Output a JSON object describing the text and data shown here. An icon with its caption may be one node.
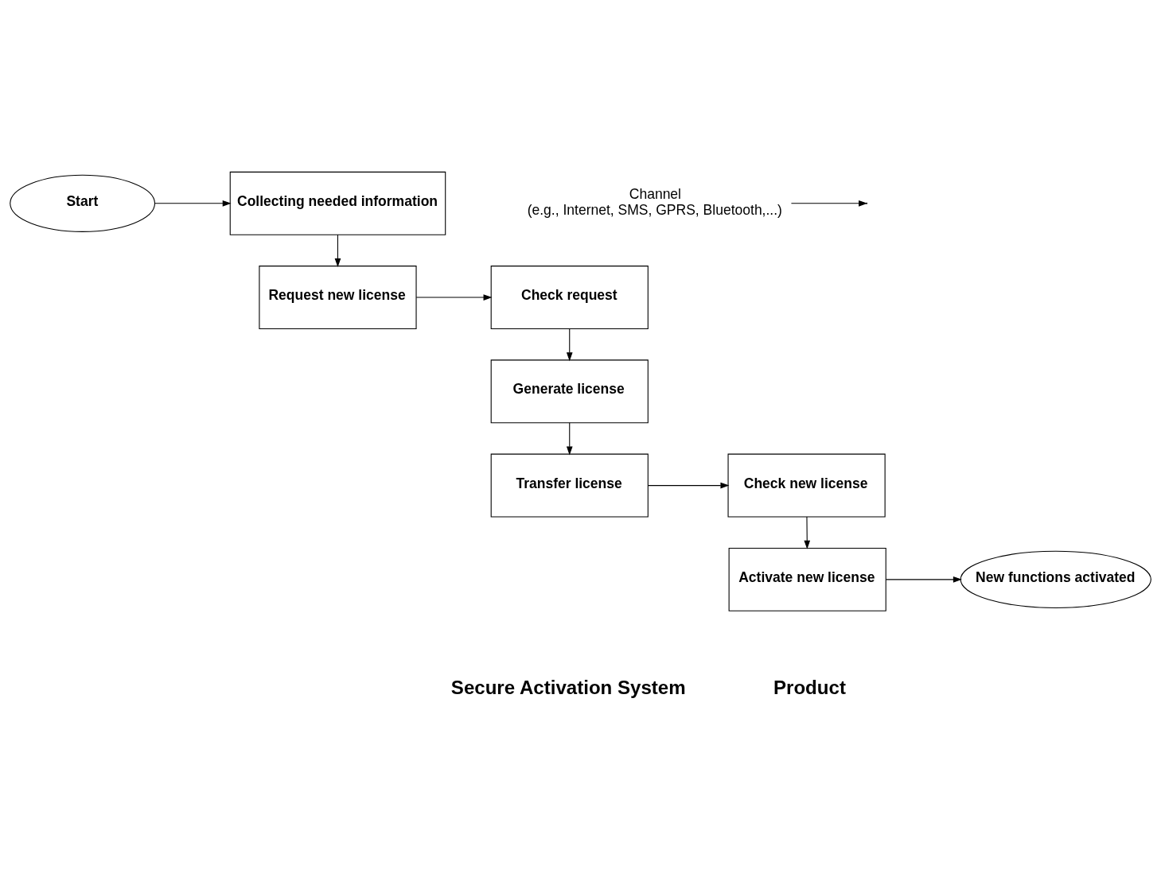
{
  "diagram": {
    "nodes": [
      {
        "text": [
          "Start"
        ]
      },
      {
        "text": [
          "Collecting needed information"
        ]
      },
      {
        "text": [
          "Request new license"
        ]
      },
      {
        "text": [
          "Check request"
        ]
      },
      {
        "text": [
          "Generate license"
        ]
      },
      {
        "text": [
          "Transfer license"
        ]
      },
      {
        "text": [
          "Check new license"
        ]
      },
      {
        "text": [
          "Activate new license"
        ]
      },
      {
        "text": [
          "New functions activated"
        ]
      },
      {
        "text": [
          "Channel",
          "(e.g., Internet, SMS, GPRS, Bluetooth,...)"
        ]
      }
    ],
    "edges": [
      {
        "from": 0,
        "to": 1,
        "arrow": "to"
      },
      {
        "from": 1,
        "to": 2,
        "arrow": "to"
      },
      {
        "from": 2,
        "to": 3,
        "arrow": "to"
      },
      {
        "from": 3,
        "to": 4,
        "arrow": "to"
      },
      {
        "from": 4,
        "to": 5,
        "arrow": "to"
      },
      {
        "from": 5,
        "to": 6,
        "arrow": "to"
      },
      {
        "from": 6,
        "to": 7,
        "arrow": "to"
      },
      {
        "from": 7,
        "to": 8,
        "arrow": "to"
      },
      {
        "from": 9,
        "to": null,
        "arrow": "to"
      }
    ],
    "labels": [
      "Product",
      "Secure Activation System"
    ]
  }
}
